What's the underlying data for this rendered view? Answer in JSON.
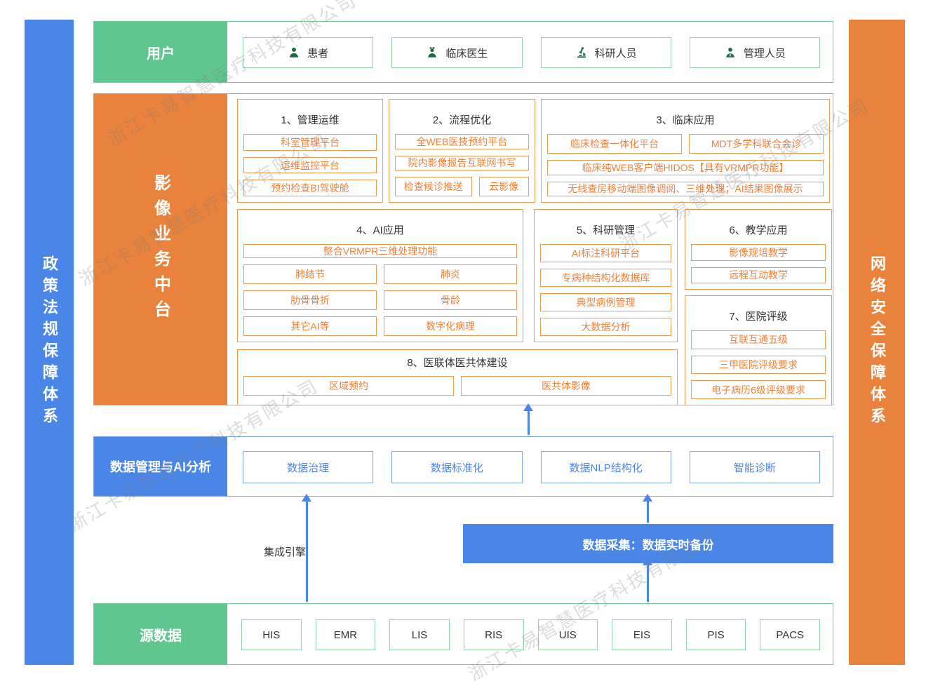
{
  "watermark": "浙江卡易智慧医疗科技有限公司",
  "sidebars": {
    "left": "政策法规保障体系",
    "right": "网络安全保障体系"
  },
  "colors": {
    "green": "#5fc68f",
    "orange": "#e8823c",
    "blue": "#4a86e8",
    "orange_text": "#f08138"
  },
  "users_row": {
    "label": "用户",
    "items": [
      {
        "icon": "patient-icon",
        "label": "患者"
      },
      {
        "icon": "doctor-icon",
        "label": "临床医生"
      },
      {
        "icon": "microscope-icon",
        "label": "科研人员"
      },
      {
        "icon": "admin-icon",
        "label": "管理人员"
      }
    ]
  },
  "platform": {
    "label": "影像业务中台",
    "sections": {
      "s1": {
        "title": "1、管理运维",
        "items": [
          "科室管理平台",
          "运维监控平台",
          "预约检查BI驾驶舱"
        ]
      },
      "s2": {
        "title": "2、流程优化",
        "items": [
          "全WEB医技预约平台",
          "院内影像报告互联网书写",
          "检查候诊推送",
          "云影像"
        ]
      },
      "s3": {
        "title": "3、临床应用",
        "items": [
          "临床检查一体化平台",
          "MDT多学科联合会诊",
          "临床纯WEB客户端HIDOS【具有VRMPR功能】",
          "无线查房移动端图像调阅、三维处理；AI结果图像展示"
        ]
      },
      "s4": {
        "title": "4、AI应用",
        "items": [
          "整合VRMPR三维处理功能",
          "肺结节",
          "肺炎",
          "肋骨骨折",
          "骨龄",
          "其它AI等",
          "数字化病理"
        ]
      },
      "s5": {
        "title": "5、科研管理",
        "items": [
          "AI标注科研平台",
          "专病种结构化数据库",
          "典型病例管理",
          "大数据分析"
        ]
      },
      "s6": {
        "title": "6、教学应用",
        "items": [
          "影像规培教学",
          "远程互动教学"
        ]
      },
      "s7": {
        "title": "7、医院评级",
        "items": [
          "互联互通五级",
          "三甲医院评级要求",
          "电子病历6级评级要求"
        ]
      },
      "s8": {
        "title": "8、医联体医共体建设",
        "items": [
          "区域预约",
          "医共体影像"
        ]
      }
    }
  },
  "data_mgmt": {
    "label": "数据管理与AI分析",
    "items": [
      "数据治理",
      "数据标准化",
      "数据NLP结构化",
      "智能诊断"
    ]
  },
  "integration": {
    "engine_label": "集成引擎",
    "collection_label": "数据采集：数据实时备份"
  },
  "source_row": {
    "label": "源数据",
    "items": [
      "HIS",
      "EMR",
      "LIS",
      "RIS",
      "UIS",
      "EIS",
      "PIS",
      "PACS"
    ]
  }
}
